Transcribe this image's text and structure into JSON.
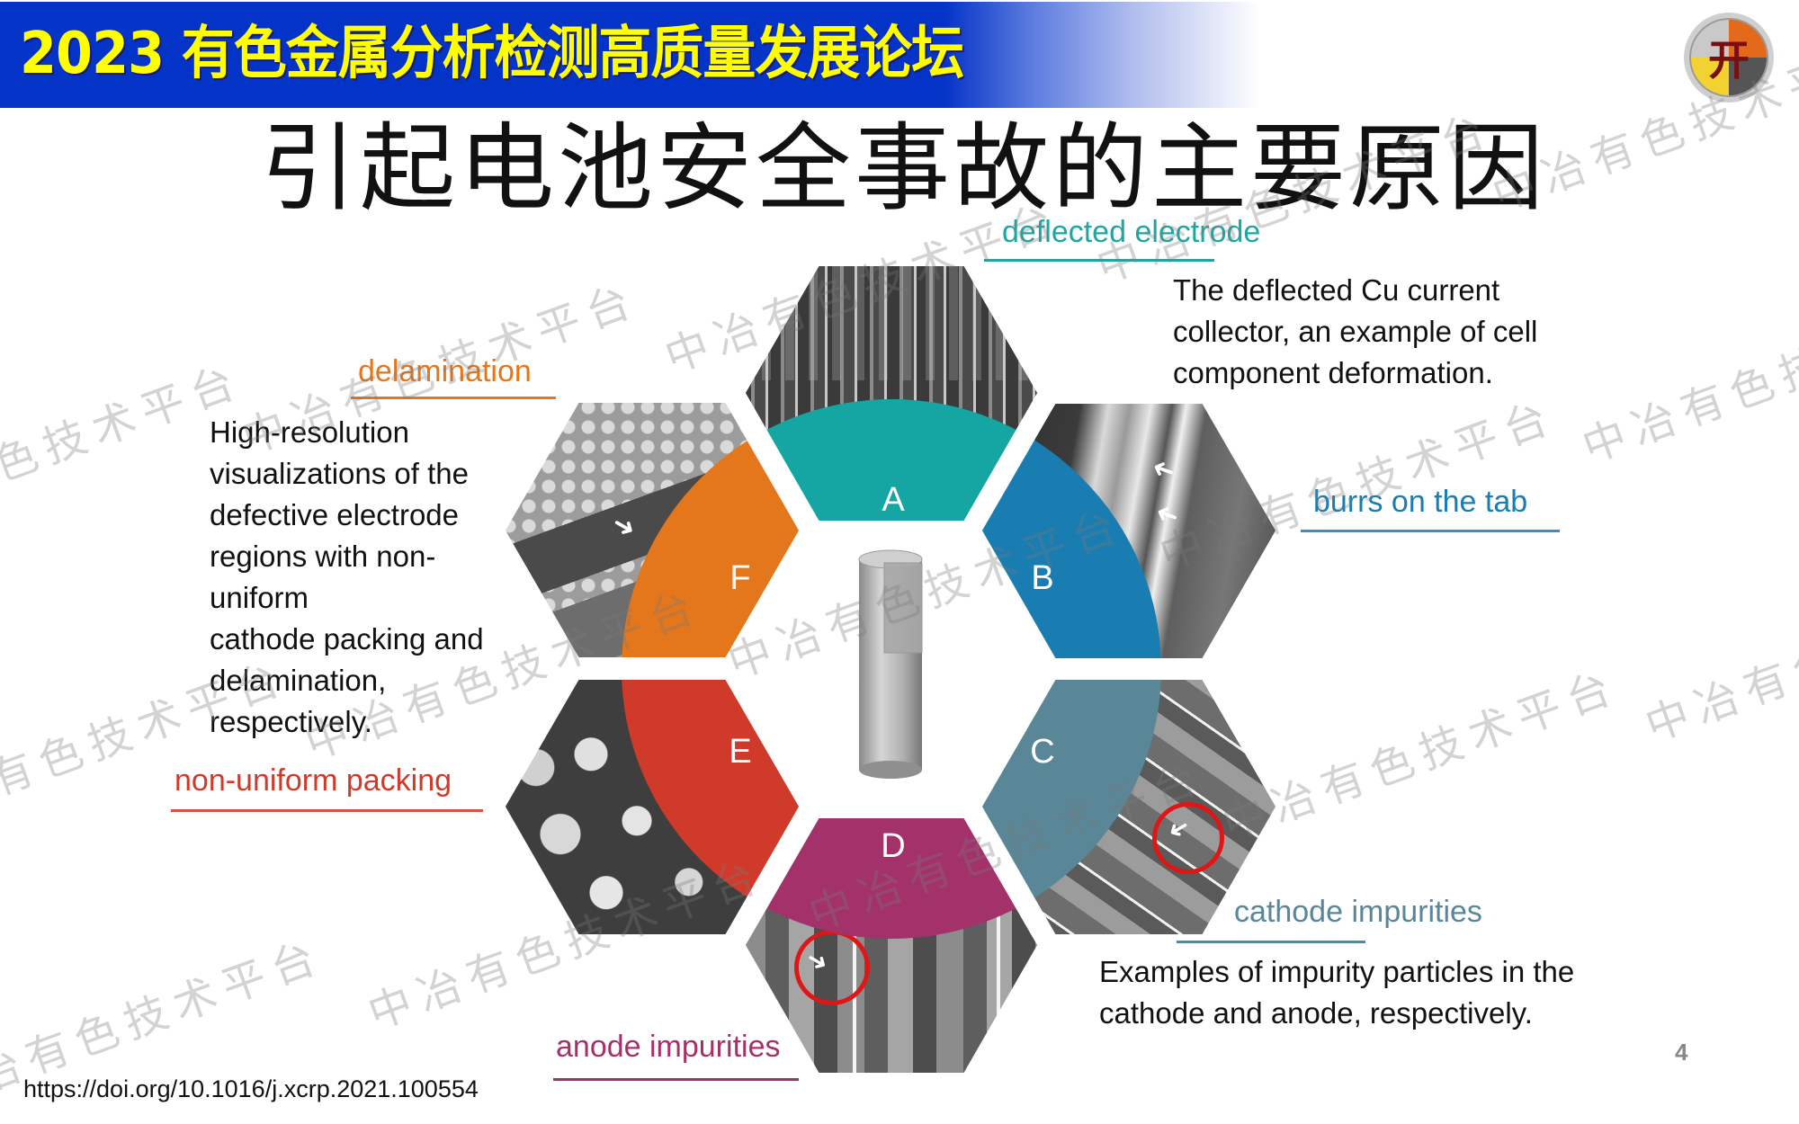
{
  "header": {
    "banner_title": "2023 有色金属分析检测高质量发展论坛",
    "logo_glyph": "开"
  },
  "slide": {
    "title": "引起电池安全事故的主要原因",
    "page_number": "4",
    "doi": "https://doi.org/10.1016/j.xcrp.2021.100554"
  },
  "colors": {
    "banner_blue": "#0433c8",
    "banner_text_yellow": "#ffff00",
    "A": "#15a5a2",
    "B": "#1a7db2",
    "C": "#5a8797",
    "D": "#a3326b",
    "E": "#cf3a2a",
    "F": "#e4761c"
  },
  "diagram": {
    "segments": [
      {
        "letter": "A",
        "category": "deflected electrode",
        "color": "#15a5a2"
      },
      {
        "letter": "B",
        "category": "burrs on the tab",
        "color": "#1a7db2"
      },
      {
        "letter": "C",
        "category": "cathode impurities",
        "color": "#5a8797"
      },
      {
        "letter": "D",
        "category": "anode impurities",
        "color": "#a3326b"
      },
      {
        "letter": "E",
        "category": "non-uniform packing",
        "color": "#cf3a2a"
      },
      {
        "letter": "F",
        "category": "delamination",
        "color": "#e4761c"
      }
    ],
    "labels": {
      "deflected_electrode": "deflected electrode",
      "burrs_on_tab": "burrs on the tab",
      "cathode_impurities": "cathode impurities",
      "anode_impurities": "anode impurities",
      "non_uniform_packing": "non-uniform packing",
      "delamination": "delamination"
    },
    "descriptions": {
      "deflected": [
        "The deflected Cu current",
        "collector, an example of cell",
        "component deformation."
      ],
      "delamination": [
        "High-resolution",
        "visualizations of the",
        "defective electrode",
        "regions with non-",
        "uniform",
        "cathode packing and",
        "delamination,",
        "respectively."
      ],
      "impurities": [
        "Examples of impurity particles in the",
        "cathode and anode, respectively."
      ]
    }
  },
  "watermark": {
    "text": "中冶有色技术平台"
  }
}
